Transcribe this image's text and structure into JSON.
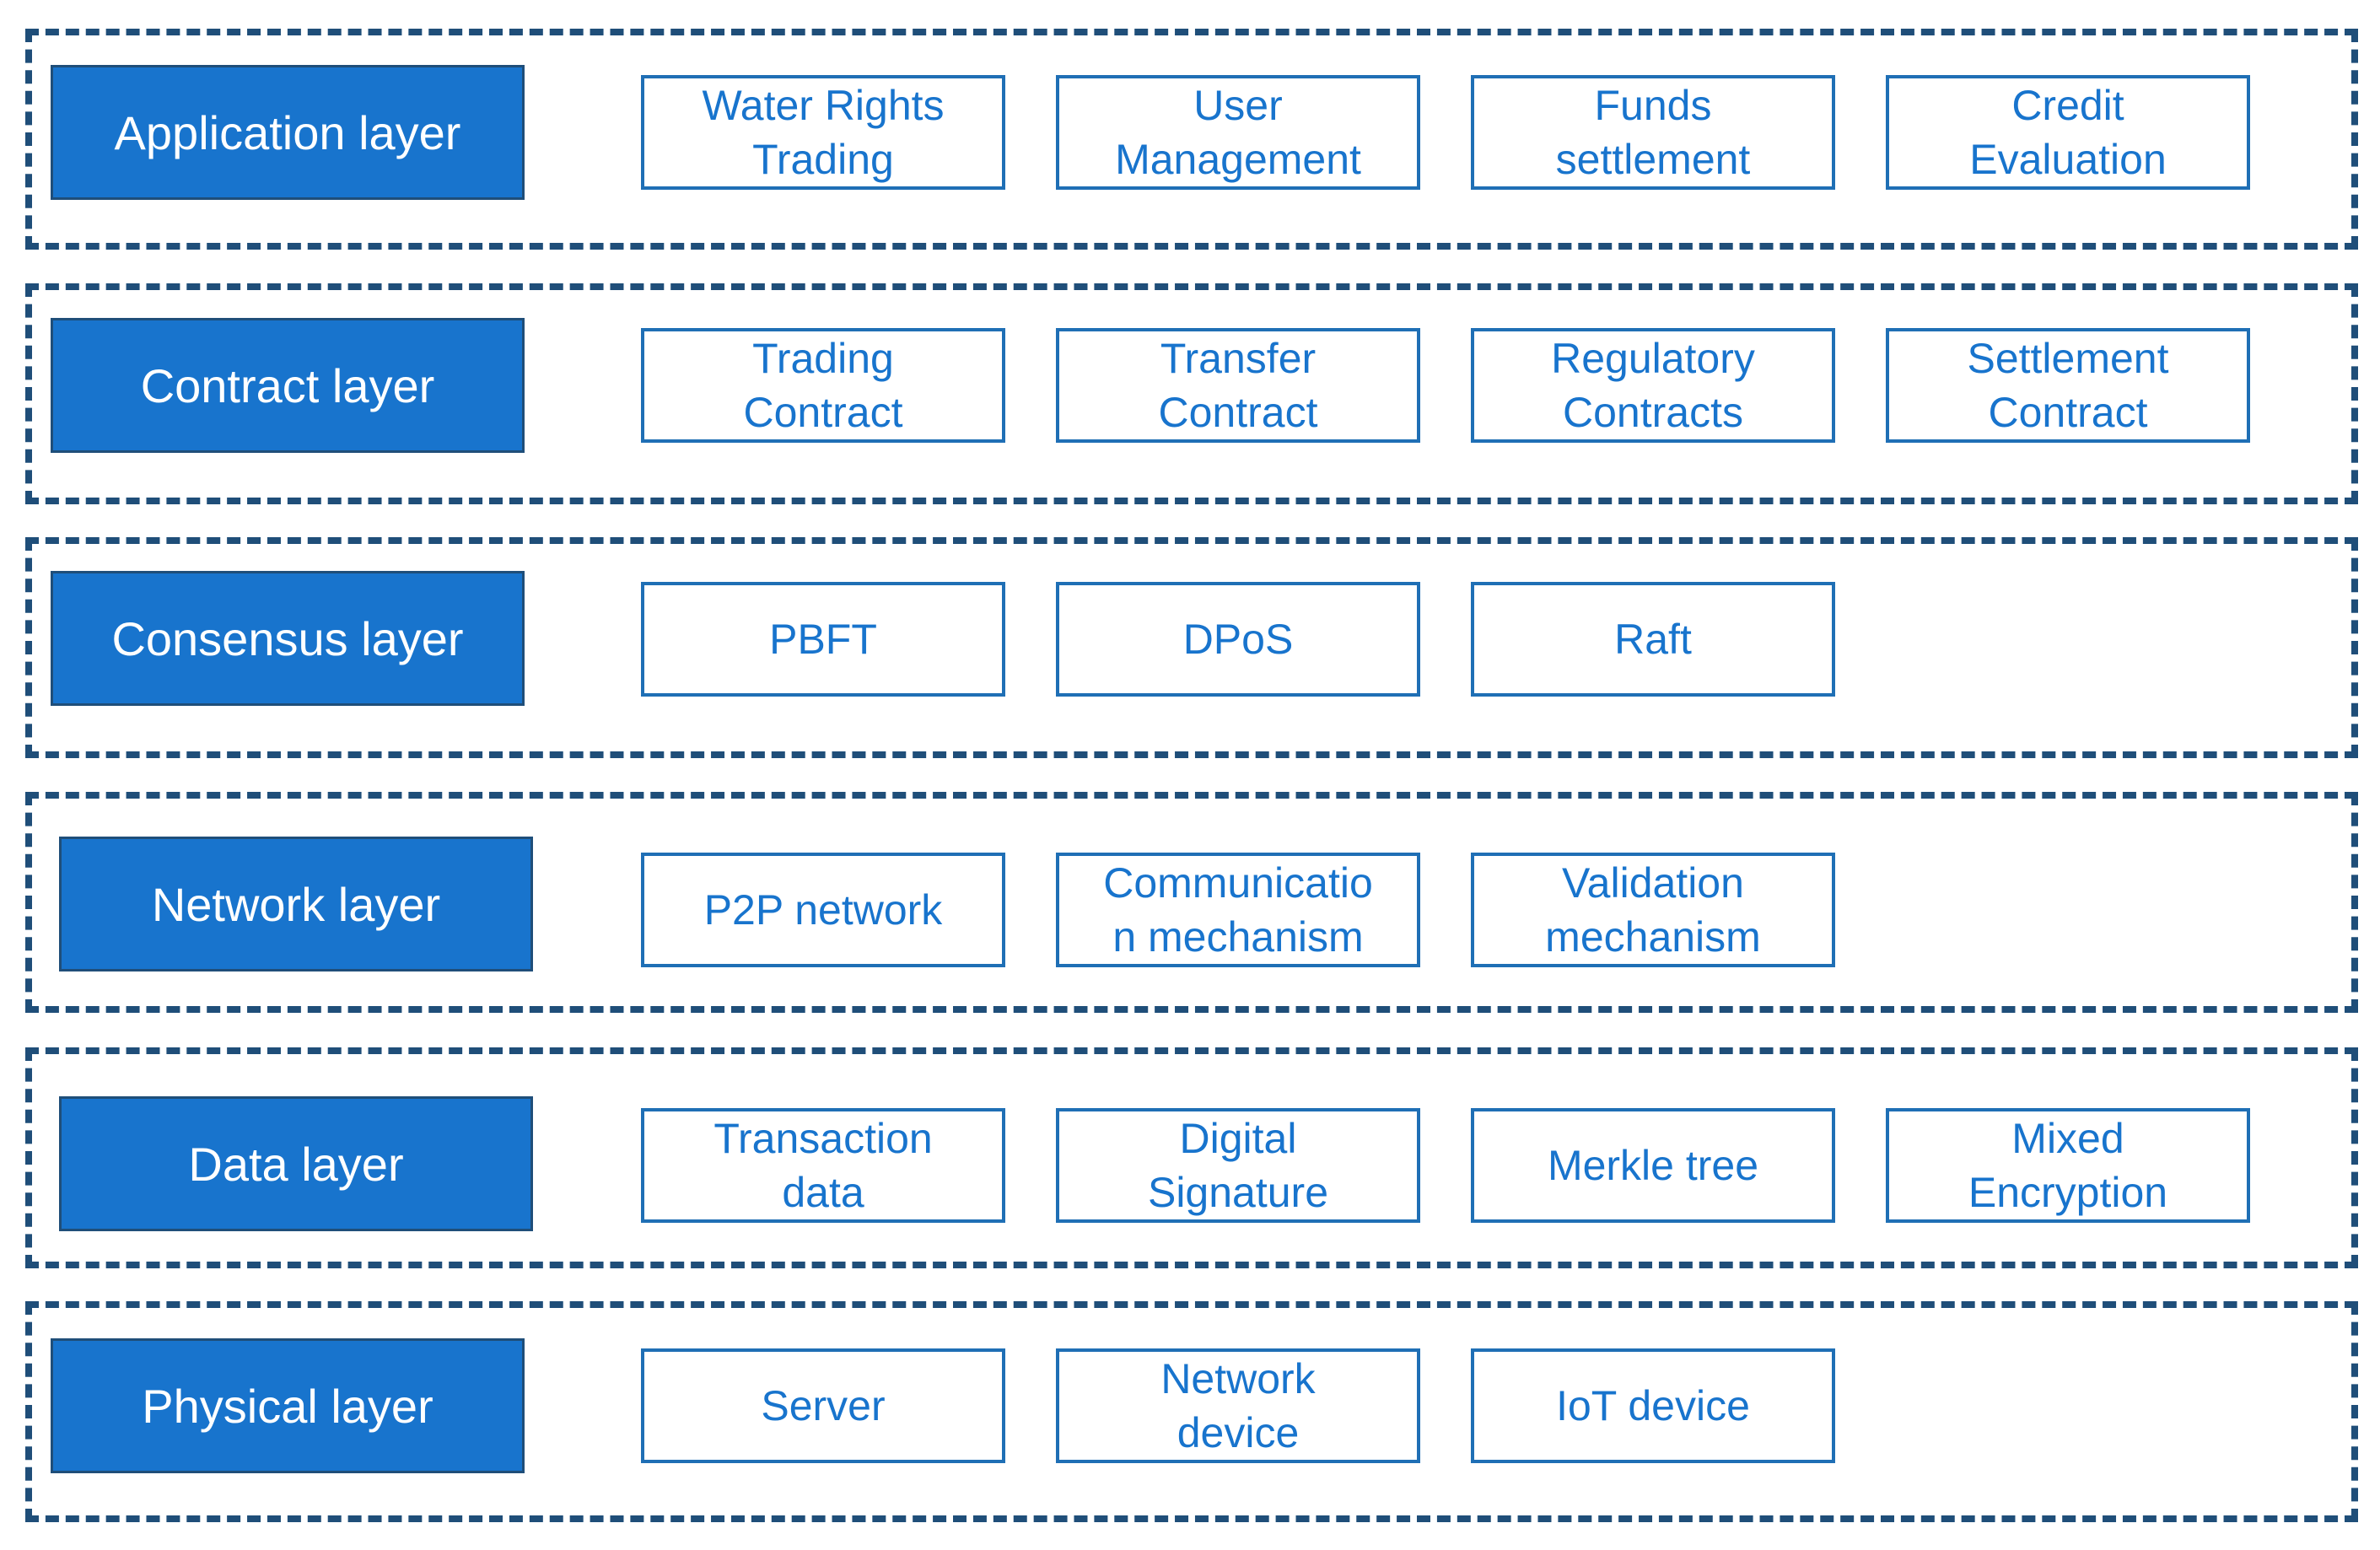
{
  "colors": {
    "label_fill": "#1874cd",
    "label_text": "#ffffff",
    "component_border": "#1f6fb5",
    "component_text": "#1874cd",
    "dashed_frame": "#1f4e79"
  },
  "layers": [
    {
      "label": "Application layer",
      "components": [
        "Water Rights\nTrading",
        "User\nManagement",
        "Funds\nsettlement",
        "Credit\nEvaluation"
      ]
    },
    {
      "label": "Contract layer",
      "components": [
        "Trading\nContract",
        "Transfer\nContract",
        "Regulatory\nContracts",
        "Settlement\nContract"
      ]
    },
    {
      "label": "Consensus layer",
      "components": [
        "PBFT",
        "DPoS",
        "Raft"
      ]
    },
    {
      "label": "Network layer",
      "components": [
        "P2P network",
        "Communicatio\nn mechanism",
        "Validation\nmechanism"
      ]
    },
    {
      "label": "Data layer",
      "components": [
        "Transaction\ndata",
        "Digital\nSignature",
        "Merkle tree",
        "Mixed\nEncryption"
      ]
    },
    {
      "label": "Physical layer",
      "components": [
        "Server",
        "Network\ndevice",
        "IoT device"
      ]
    }
  ]
}
